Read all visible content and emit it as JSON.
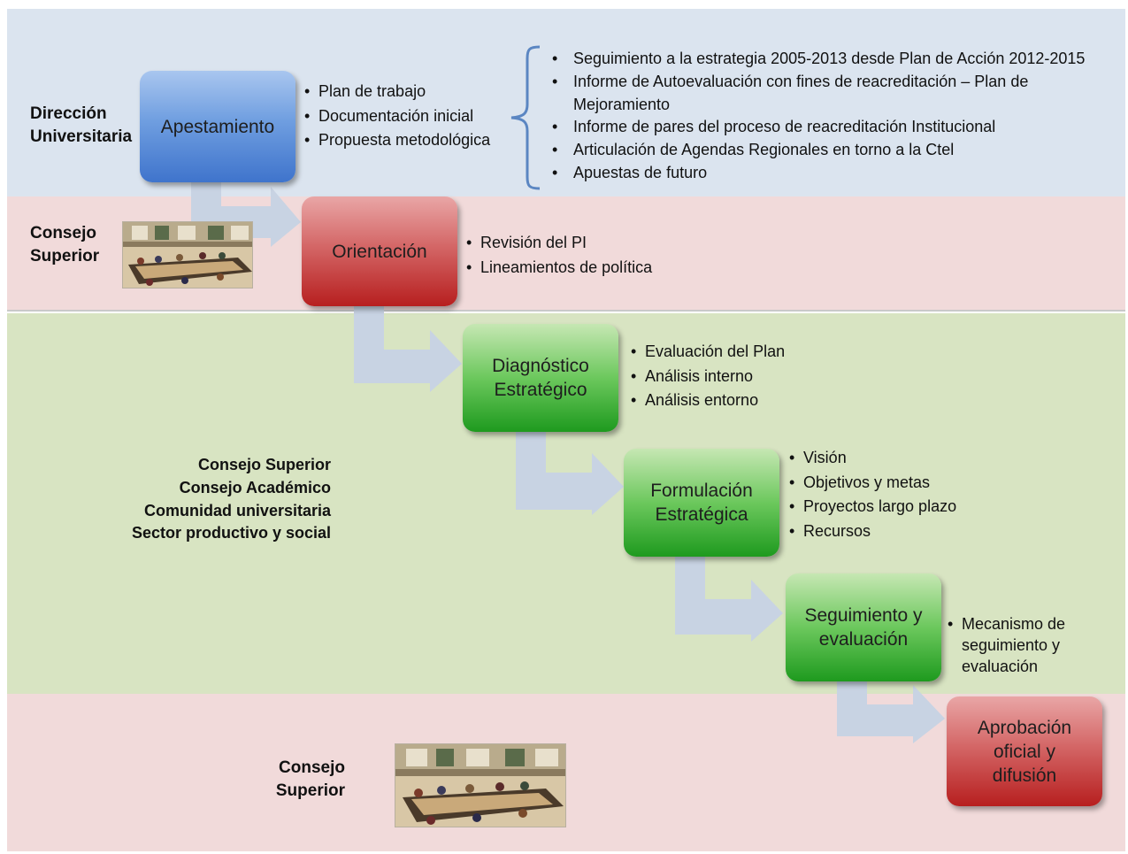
{
  "bands": {
    "direccion": {
      "actor": "Dirección\nUniversitaria",
      "stage": "Apestamiento",
      "bullets": [
        "Plan de trabajo",
        "Documentación inicial",
        "Propuesta metodológica"
      ],
      "brace_items": [
        "Seguimiento a la estrategia 2005-2013 desde Plan de Acción 2012-2015",
        "Informe de Autoevaluación con fines de reacreditación – Plan de Mejoramiento",
        "Informe de pares del proceso de reacreditación Institucional",
        "Articulación de Agendas  Regionales en torno a la Ctel",
        "Apuestas de futuro"
      ]
    },
    "consejo1": {
      "actor": "Consejo\nSuperior",
      "stage": "Orientación",
      "bullets": [
        "Revisión del PI",
        "Lineamientos de política"
      ]
    },
    "comunidad": {
      "actors": [
        "Consejo Superior",
        "Consejo Académico",
        "Comunidad  universitaria",
        "Sector productivo  y social"
      ],
      "stages": [
        {
          "label": "Diagnóstico\nEstratégico",
          "bullets": [
            "Evaluación del Plan",
            "Análisis interno",
            "Análisis entorno"
          ]
        },
        {
          "label": "Formulación\nEstratégica",
          "bullets": [
            "Visión",
            "Objetivos y metas",
            "Proyectos largo plazo",
            "Recursos"
          ]
        },
        {
          "label": "Seguimiento y\nevaluación",
          "bullets": [
            "Mecanismo de\nseguimiento y\nevaluación"
          ]
        }
      ]
    },
    "consejo2": {
      "actor": "Consejo\nSuperior",
      "stage": "Aprobación\noficial y\ndifusión"
    }
  },
  "colors": {
    "band_blue": "#dbe4ef",
    "band_pink": "#f1dada",
    "band_green": "#d8e4c2",
    "arrow": "#c8d3e3",
    "brace": "#5b86c2"
  }
}
